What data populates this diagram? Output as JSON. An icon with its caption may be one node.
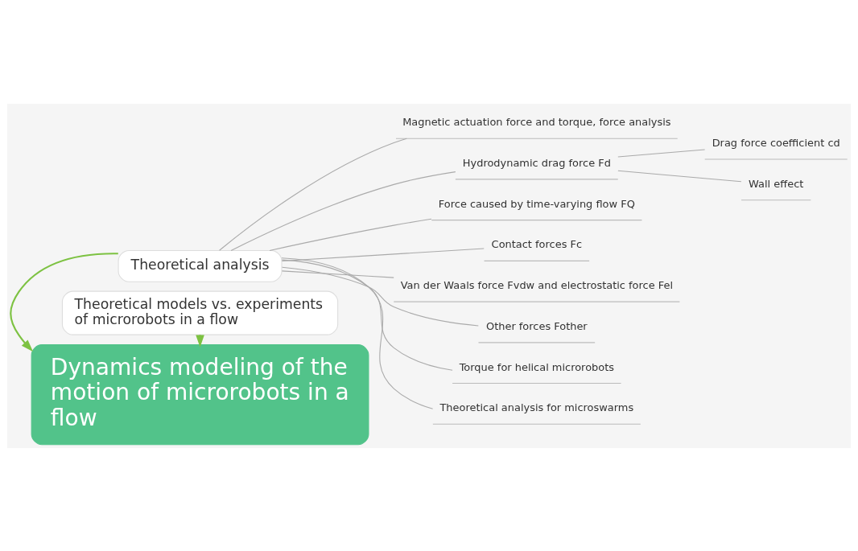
{
  "diagram": {
    "nodes": [
      {
        "text": [
          "Theoretical analysis"
        ]
      },
      {
        "text": [
          "Magnetic actuation force and torque, force analysis"
        ]
      },
      {
        "text": [
          "Hydrodynamic drag force Fd"
        ]
      },
      {
        "text": [
          "Drag force coefficient cd"
        ]
      },
      {
        "text": [
          "Wall effect"
        ]
      },
      {
        "text": [
          "Force caused by time-varying flow FQ"
        ]
      },
      {
        "text": [
          "Contact forces Fc"
        ]
      },
      {
        "text": [
          "Van der Waals force Fvdw and electrostatic force Fel"
        ]
      },
      {
        "text": [
          "Other forces Fother"
        ]
      },
      {
        "text": [
          "Torque for helical microrobots"
        ]
      },
      {
        "text": [
          "Theoretical analysis for microswarms"
        ]
      },
      {
        "text": [
          "Dynamics modeling of the motion of microrobots in a flow"
        ]
      },
      {
        "text": [
          "Theoretical models vs. experiments of microrobots in a flow"
        ]
      }
    ],
    "edges": [
      {
        "from": 0,
        "to": 1,
        "arrow": "none"
      },
      {
        "from": 0,
        "to": 2,
        "arrow": "none"
      },
      {
        "from": 2,
        "to": 3,
        "arrow": "none"
      },
      {
        "from": 2,
        "to": 4,
        "arrow": "none"
      },
      {
        "from": 0,
        "to": 5,
        "arrow": "none"
      },
      {
        "from": 0,
        "to": 6,
        "arrow": "none"
      },
      {
        "from": 0,
        "to": 7,
        "arrow": "none"
      },
      {
        "from": 0,
        "to": 8,
        "arrow": "none"
      },
      {
        "from": 0,
        "to": 9,
        "arrow": "none"
      },
      {
        "from": 0,
        "to": 10,
        "arrow": "none"
      },
      {
        "from": 0,
        "to": 11,
        "arrow": "to",
        "color": "#7dc242"
      },
      {
        "from": 12,
        "to": 11,
        "arrow": "to",
        "color": "#7dc242"
      }
    ]
  }
}
